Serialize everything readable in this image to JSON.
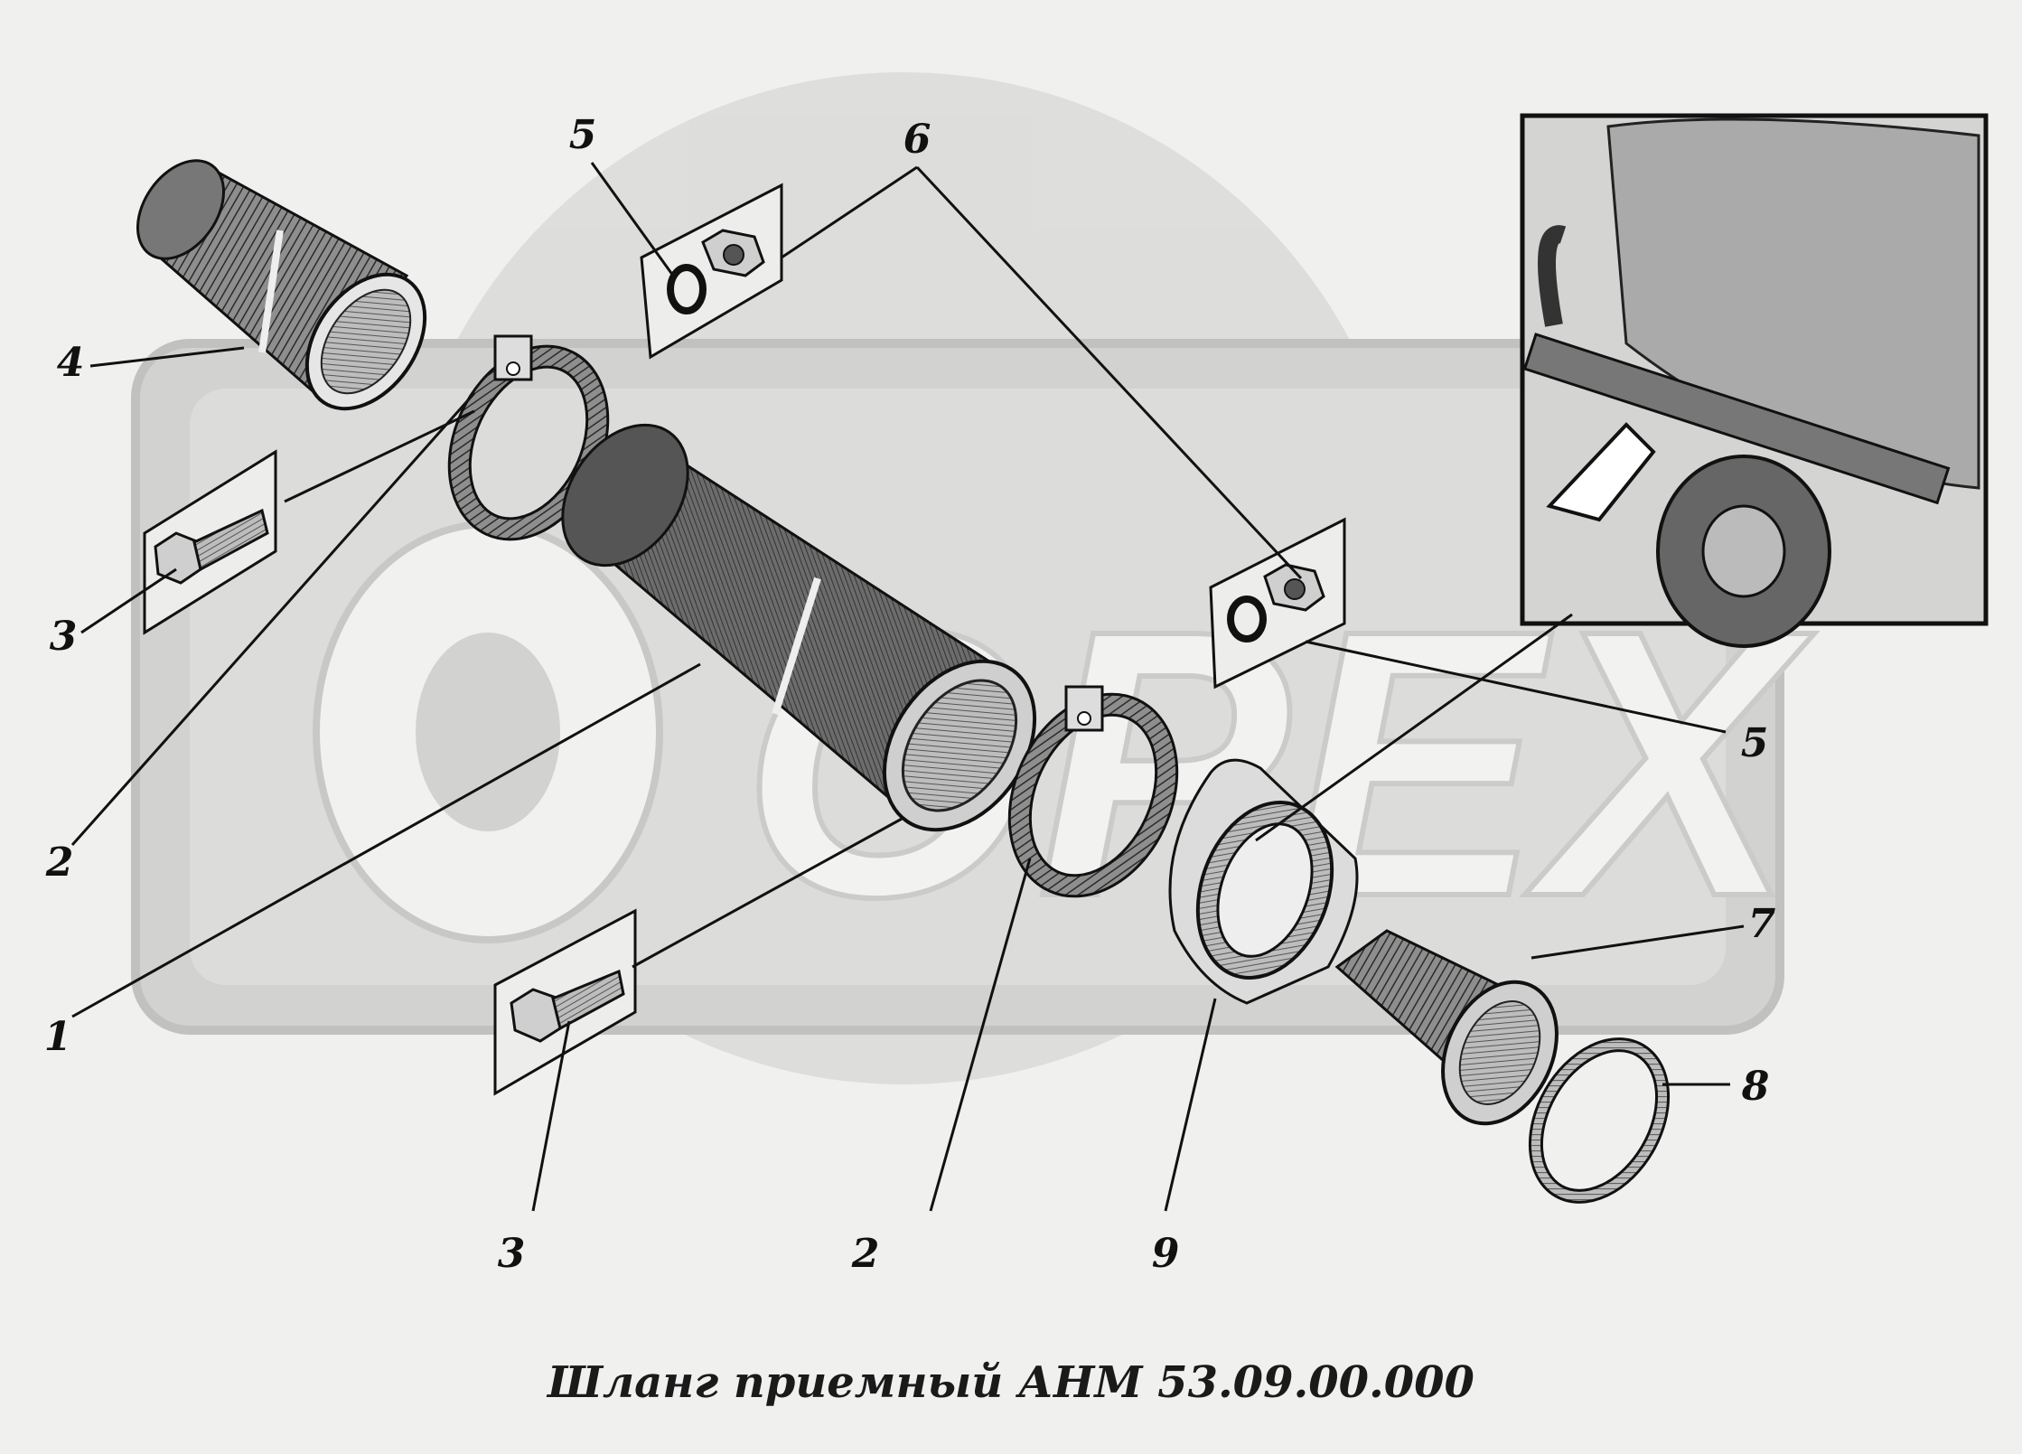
{
  "title": "Шланг приемный АНМ 53.09.00.000",
  "watermark": {
    "text": "ОРЕХ",
    "color": "#d8d8d6"
  },
  "callouts": {
    "c1": "1",
    "c2a": "2",
    "c2b": "2",
    "c3a": "3",
    "c3b": "3",
    "c4": "4",
    "c5a": "5",
    "c5b": "5",
    "c6": "6",
    "c7": "7",
    "c8": "8",
    "c9": "9"
  },
  "parts": [
    {
      "number": "1",
      "icon": "hose-icon"
    },
    {
      "number": "2",
      "icon": "hose-clamp-icon"
    },
    {
      "number": "3",
      "icon": "bolt-icon"
    },
    {
      "number": "4",
      "icon": "sleeve-icon"
    },
    {
      "number": "5",
      "icon": "lock-washer-icon"
    },
    {
      "number": "6",
      "icon": "hex-nut-icon"
    },
    {
      "number": "7",
      "icon": "threaded-fitting-icon"
    },
    {
      "number": "8",
      "icon": "gasket-ring-icon"
    },
    {
      "number": "9",
      "icon": "union-nut-icon"
    }
  ],
  "inset": {
    "icon": "vehicle-location-inset-icon"
  }
}
